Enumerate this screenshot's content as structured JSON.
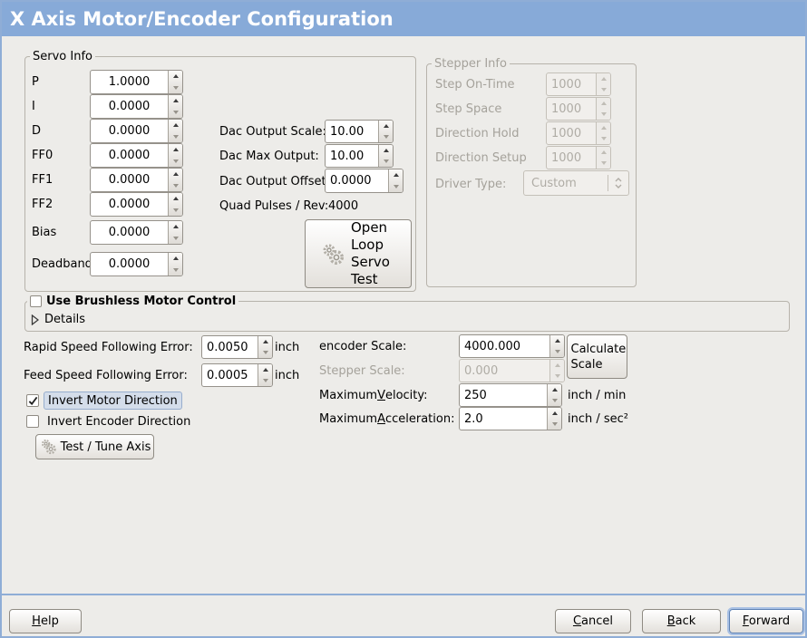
{
  "window": {
    "title": "X Axis Motor/Encoder Configuration"
  },
  "servo_info": {
    "legend": "Servo Info",
    "fields": [
      {
        "label": "P",
        "value": "1.0000"
      },
      {
        "label": "I",
        "value": "0.0000"
      },
      {
        "label": "D",
        "value": "0.0000"
      },
      {
        "label": "FF0",
        "value": "0.0000"
      },
      {
        "label": "FF1",
        "value": "0.0000"
      },
      {
        "label": "FF2",
        "value": "0.0000"
      },
      {
        "label": "Bias",
        "value": "0.0000"
      },
      {
        "label": "Deadband",
        "value": "0.0000"
      }
    ]
  },
  "dac": {
    "output_scale_label": "Dac Output Scale:",
    "output_scale_value": "10.00",
    "max_output_label": "Dac Max Output:",
    "max_output_value": "10.00",
    "output_offset_label": "Dac Output Offset:",
    "output_offset_value": "0.0000",
    "quad_pulses_label": "Quad Pulses / Rev:",
    "quad_pulses_value": "4000",
    "open_loop_button": "Open Loop Servo Test"
  },
  "stepper_info": {
    "legend": "Stepper Info",
    "fields": [
      {
        "label": "Step On-Time",
        "value": "1000"
      },
      {
        "label": "Step Space",
        "value": "1000"
      },
      {
        "label": "Direction Hold",
        "value": "1000"
      },
      {
        "label": "Direction Setup",
        "value": "1000"
      }
    ],
    "driver_type_label": "Driver Type:",
    "driver_type_value": "Custom"
  },
  "brushless": {
    "label": "Use Brushless Motor Control",
    "checked": false,
    "details_label": "Details"
  },
  "following_error": {
    "rapid_label": "Rapid Speed Following Error:",
    "rapid_value": "0.0050",
    "rapid_unit": "inch",
    "feed_label": "Feed Speed Following Error:",
    "feed_value": "0.0005",
    "feed_unit": "inch"
  },
  "direction": {
    "invert_motor_label": "Invert Motor Direction",
    "invert_motor_checked": true,
    "invert_encoder_label": "Invert Encoder Direction",
    "invert_encoder_checked": false,
    "test_tune_button": "Test / Tune Axis"
  },
  "scale": {
    "encoder_label": "encoder Scale:",
    "encoder_value": "4000.000",
    "calculate_button": "Calculate Scale",
    "stepper_label": "Stepper Scale:",
    "stepper_value": "0.000",
    "velocity_label": {
      "pre": "Maximum ",
      "mn": "V",
      "post": "elocity:"
    },
    "velocity_value": "250",
    "velocity_unit": "inch / min",
    "accel_label": {
      "pre": "Maximum ",
      "mn": "A",
      "post": "cceleration:"
    },
    "accel_value": "2.0",
    "accel_unit": "inch / sec²"
  },
  "footer": {
    "help": {
      "mn": "H",
      "post": "elp"
    },
    "cancel": {
      "mn": "C",
      "post": "ancel"
    },
    "back": {
      "mn": "B",
      "post": "ack"
    },
    "forward": {
      "mn": "F",
      "post": "orward"
    }
  },
  "colors": {
    "titlebar": "#87AAD8",
    "window_bg": "#EDECE9",
    "border_blue": "#8FADD6",
    "highlight_bg": "#D4DDEA",
    "highlight_border": "#97AECE",
    "disabled_text": "#A5A29B"
  }
}
